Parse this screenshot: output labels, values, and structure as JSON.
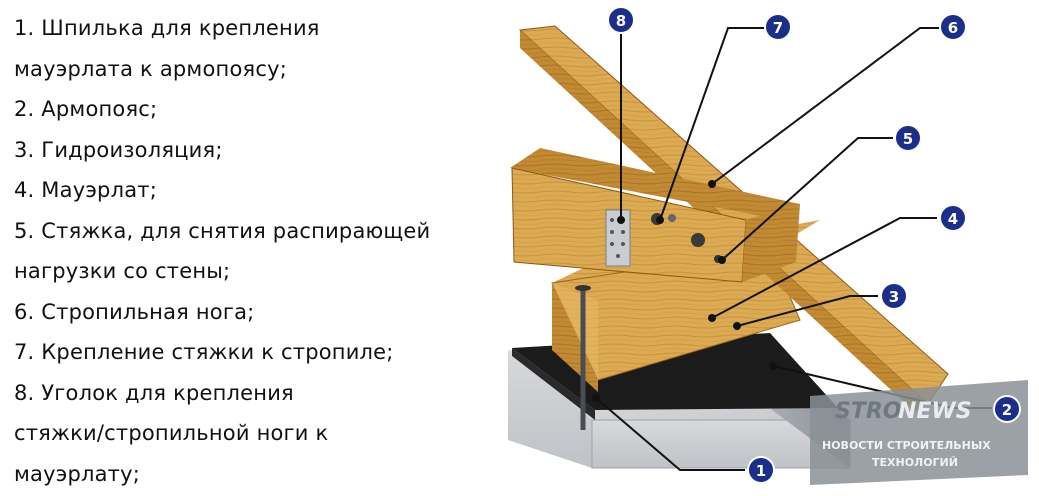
{
  "legend": [
    "1. Шпилька для крепления",
    "мауэрлата к армопоясу;",
    "2. Армопояс;",
    "3. Гидроизоляция;",
    "4. Мауэрлат;",
    "5. Стяжка, для снятия распирающей",
    "нагрузки со стены;",
    "6. Стропильная нога;",
    "7. Крепление стяжки к стропиле;",
    "8. Уголок для крепления",
    "стяжки/стропильной ноги к",
    "мауэрлату;"
  ],
  "callouts": [
    "1",
    "2",
    "3",
    "4",
    "5",
    "6",
    "7",
    "8"
  ],
  "watermark": {
    "brand_part1": "STRO",
    "brand_part2": "NEWS",
    "line1": "НОВОСТИ СТРОИТЕЛЬНЫХ",
    "line2": "ТЕХНОЛОГИЙ"
  },
  "colors": {
    "callout_fill": "#1b2e8c",
    "callout_text": "#ffffff",
    "wood": "#d9a54c",
    "wood_dark": "#a8701f",
    "concrete": "#b9bcc0",
    "waterproofing": "#1c1c1c",
    "watermark_bg": "#8a9096"
  }
}
